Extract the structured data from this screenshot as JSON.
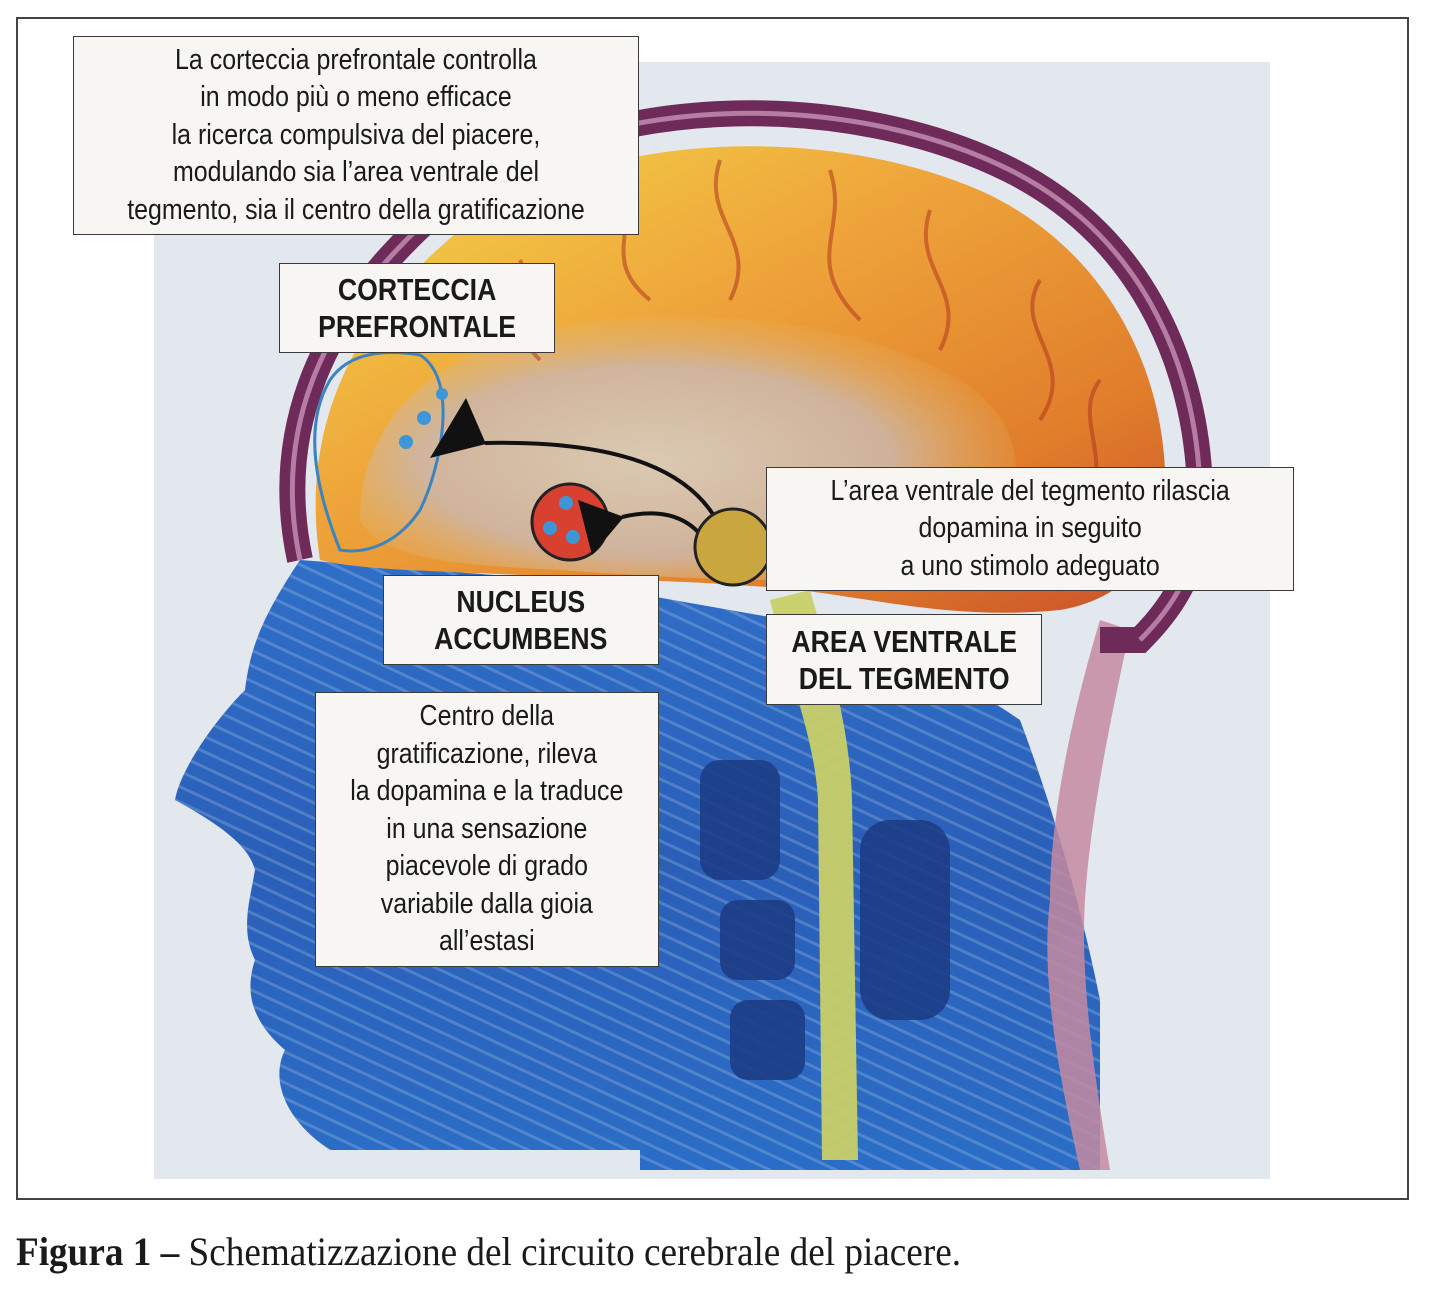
{
  "figure": {
    "caption": {
      "label": "Figura 1 –",
      "text": " Schematizzazione del circuito cerebrale del piacere."
    }
  },
  "labels": {
    "prefrontal_description": {
      "lines": [
        "La corteccia prefrontale controlla",
        "in modo più o meno efficace",
        "la ricerca compulsiva del piacere,",
        "modulando sia l’area ventrale del",
        "tegmento, sia il centro della gratificazione"
      ]
    },
    "prefrontal_title": {
      "lines": [
        "CORTECCIA",
        "PREFRONTALE"
      ]
    },
    "vta_description": {
      "lines": [
        "L’area ventrale del tegmento rilascia",
        "dopamina in seguito",
        "a uno stimolo adeguato"
      ]
    },
    "nucleus_title": {
      "lines": [
        "NUCLEUS",
        "ACCUMBENS"
      ]
    },
    "vta_title": {
      "lines": [
        "AREA VENTRALE",
        "DEL TEGMENTO"
      ]
    },
    "nucleus_description": {
      "lines": [
        "Centro della",
        "gratificazione, rileva",
        "la dopamina e la traduce",
        "in una sensazione",
        "piacevole di grado",
        "variabile dalla gioia",
        "all’estasi"
      ]
    }
  },
  "diagram": {
    "colors": {
      "nucleus_fill": "#d8412f",
      "vta_fill": "#c9a640",
      "dopamine_dot": "#3f96d6",
      "arrow": "#111111",
      "prefrontal_outline": "#3c84c0",
      "scan_background": "#e3e7ee"
    },
    "pathways": [
      {
        "from": "area ventrale del tegmento",
        "to": "corteccia prefrontale"
      },
      {
        "from": "area ventrale del tegmento",
        "to": "nucleus accumbens"
      }
    ]
  }
}
